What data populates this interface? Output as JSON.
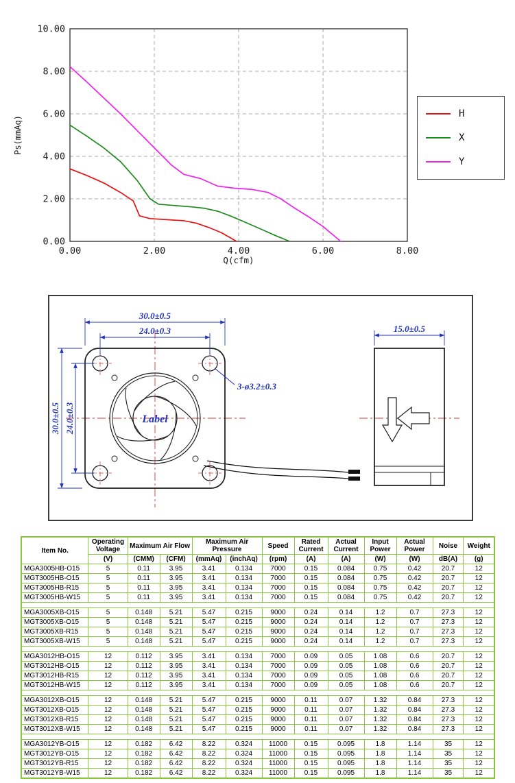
{
  "chart_data": {
    "type": "line",
    "title": "",
    "xlabel": "Q(cfm)",
    "ylabel": "Ps(mmAq)",
    "xlim": [
      0,
      8
    ],
    "ylim": [
      0,
      10
    ],
    "grid": true,
    "legend_position": "right-outside",
    "x_ticks": [
      0,
      2,
      4,
      6,
      8
    ],
    "x_tick_labels": [
      "0.00",
      "2.00",
      "4.00",
      "6.00",
      "8.00"
    ],
    "y_ticks": [
      0,
      2,
      4,
      6,
      8,
      10
    ],
    "y_tick_labels": [
      "0.00",
      "2.00",
      "4.00",
      "6.00",
      "8.00",
      "10.00"
    ],
    "series": [
      {
        "name": "H",
        "color": "#e81010",
        "points": [
          [
            0,
            3.41
          ],
          [
            0.4,
            3.1
          ],
          [
            0.8,
            2.75
          ],
          [
            1.2,
            2.3
          ],
          [
            1.5,
            1.9
          ],
          [
            1.65,
            1.2
          ],
          [
            1.9,
            1.07
          ],
          [
            2.3,
            1.02
          ],
          [
            2.7,
            0.97
          ],
          [
            3.0,
            0.85
          ],
          [
            3.3,
            0.65
          ],
          [
            3.6,
            0.4
          ],
          [
            3.95,
            0
          ]
        ]
      },
      {
        "name": "X",
        "color": "#1e8a1e",
        "points": [
          [
            0,
            5.47
          ],
          [
            0.4,
            4.95
          ],
          [
            0.8,
            4.4
          ],
          [
            1.2,
            3.75
          ],
          [
            1.6,
            2.85
          ],
          [
            1.9,
            2.0
          ],
          [
            2.1,
            1.75
          ],
          [
            2.5,
            1.68
          ],
          [
            2.9,
            1.62
          ],
          [
            3.2,
            1.55
          ],
          [
            3.5,
            1.42
          ],
          [
            3.8,
            1.2
          ],
          [
            4.1,
            0.95
          ],
          [
            4.5,
            0.6
          ],
          [
            4.9,
            0.25
          ],
          [
            5.21,
            0
          ]
        ]
      },
      {
        "name": "Y",
        "color": "#ee22ee",
        "points": [
          [
            0,
            8.22
          ],
          [
            0.4,
            7.5
          ],
          [
            0.8,
            6.75
          ],
          [
            1.2,
            6.0
          ],
          [
            1.6,
            5.2
          ],
          [
            2.0,
            4.4
          ],
          [
            2.4,
            3.6
          ],
          [
            2.7,
            3.15
          ],
          [
            3.1,
            2.95
          ],
          [
            3.5,
            2.6
          ],
          [
            3.9,
            2.5
          ],
          [
            4.3,
            2.45
          ],
          [
            4.7,
            2.3
          ],
          [
            5.0,
            2.0
          ],
          [
            5.3,
            1.6
          ],
          [
            5.7,
            1.1
          ],
          [
            6.0,
            0.7
          ],
          [
            6.42,
            0
          ]
        ]
      }
    ]
  },
  "diagram": {
    "dim_width_outer": "30.0±0.5",
    "dim_width_inner": "24.0±0.3",
    "dim_height_outer": "30.0±0.5",
    "dim_height_inner": "24.0±0.3",
    "dim_depth": "15.0±0.5",
    "holes_note": "3-ø3.2±0.3",
    "center_label": "Label"
  },
  "table": {
    "header": {
      "item_no": "Item No.",
      "operating_voltage": "Operating Voltage",
      "max_air_flow": "Maximum Air Flow",
      "max_air_pressure": "Maximum Air Pressure",
      "speed": "Speed",
      "rated_current": "Rated Current",
      "actual_current": "Actual Current",
      "input_power": "Input Power",
      "actual_power": "Actual Power",
      "noise": "Noise",
      "weight": "Weight",
      "units": [
        "(V)",
        "(CMM)",
        "(CFM)",
        "(mmAq)",
        "(inchAq)",
        "(rpm)",
        "(A)",
        "(A)",
        "(W)",
        "(W)",
        "dB(A)",
        "(g)"
      ]
    },
    "groups": [
      {
        "rows": [
          [
            "MGA3005HB-O15",
            "5",
            "0.11",
            "3.95",
            "3.41",
            "0.134",
            "7000",
            "0.15",
            "0.084",
            "0.75",
            "0.42",
            "20.7",
            "12"
          ],
          [
            "MGT3005HB-O15",
            "5",
            "0.11",
            "3.95",
            "3.41",
            "0.134",
            "7000",
            "0.15",
            "0.084",
            "0.75",
            "0.42",
            "20.7",
            "12"
          ],
          [
            "MGT3005HB-R15",
            "5",
            "0.11",
            "3.95",
            "3.41",
            "0.134",
            "7000",
            "0.15",
            "0.084",
            "0.75",
            "0.42",
            "20.7",
            "12"
          ],
          [
            "MGT3005HB-W15",
            "5",
            "0.11",
            "3.95",
            "3.41",
            "0.134",
            "7000",
            "0.15",
            "0.084",
            "0.75",
            "0.42",
            "20.7",
            "12"
          ]
        ]
      },
      {
        "rows": [
          [
            "MGA3005XB-O15",
            "5",
            "0.148",
            "5.21",
            "5.47",
            "0.215",
            "9000",
            "0.24",
            "0.14",
            "1.2",
            "0.7",
            "27.3",
            "12"
          ],
          [
            "MGT3005XB-O15",
            "5",
            "0.148",
            "5.21",
            "5.47",
            "0.215",
            "9000",
            "0.24",
            "0.14",
            "1.2",
            "0.7",
            "27.3",
            "12"
          ],
          [
            "MGT3005XB-R15",
            "5",
            "0.148",
            "5.21",
            "5.47",
            "0.215",
            "9000",
            "0.24",
            "0.14",
            "1.2",
            "0.7",
            "27.3",
            "12"
          ],
          [
            "MGT3005XB-W15",
            "5",
            "0.148",
            "5.21",
            "5.47",
            "0.215",
            "9000",
            "0.24",
            "0.14",
            "1.2",
            "0.7",
            "27.3",
            "12"
          ]
        ]
      },
      {
        "rows": [
          [
            "MGA3012HB-O15",
            "12",
            "0.112",
            "3.95",
            "3.41",
            "0.134",
            "7000",
            "0.09",
            "0.05",
            "1.08",
            "0.6",
            "20.7",
            "12"
          ],
          [
            "MGT3012HB-O15",
            "12",
            "0.112",
            "3.95",
            "3.41",
            "0.134",
            "7000",
            "0.09",
            "0.05",
            "1.08",
            "0.6",
            "20.7",
            "12"
          ],
          [
            "MGT3012HB-R15",
            "12",
            "0.112",
            "3.95",
            "3.41",
            "0.134",
            "7000",
            "0.09",
            "0.05",
            "1.08",
            "0.6",
            "20.7",
            "12"
          ],
          [
            "MGT3012HB-W15",
            "12",
            "0.112",
            "3.95",
            "3.41",
            "0.134",
            "7000",
            "0.09",
            "0.05",
            "1.08",
            "0.6",
            "20.7",
            "12"
          ]
        ]
      },
      {
        "rows": [
          [
            "MGA3012XB-O15",
            "12",
            "0.148",
            "5.21",
            "5.47",
            "0.215",
            "9000",
            "0.11",
            "0.07",
            "1.32",
            "0.84",
            "27.3",
            "12"
          ],
          [
            "MGT3012XB-O15",
            "12",
            "0.148",
            "5.21",
            "5.47",
            "0.215",
            "9000",
            "0.11",
            "0.07",
            "1.32",
            "0.84",
            "27.3",
            "12"
          ],
          [
            "MGT3012XB-R15",
            "12",
            "0.148",
            "5.21",
            "5.47",
            "0.215",
            "9000",
            "0.11",
            "0.07",
            "1.32",
            "0.84",
            "27.3",
            "12"
          ],
          [
            "MGT3012XB-W15",
            "12",
            "0.148",
            "5.21",
            "5.47",
            "0.215",
            "9000",
            "0.11",
            "0.07",
            "1.32",
            "0.84",
            "27.3",
            "12"
          ]
        ]
      },
      {
        "rows": [
          [
            "MGA3012YB-O15",
            "12",
            "0.182",
            "6.42",
            "8.22",
            "0.324",
            "11000",
            "0.15",
            "0.095",
            "1.8",
            "1.14",
            "35",
            "12"
          ],
          [
            "MGT3012YB-O15",
            "12",
            "0.182",
            "6.42",
            "8.22",
            "0.324",
            "11000",
            "0.15",
            "0.095",
            "1.8",
            "1.14",
            "35",
            "12"
          ],
          [
            "MGT3012YB-R15",
            "12",
            "0.182",
            "6.42",
            "8.22",
            "0.324",
            "11000",
            "0.15",
            "0.095",
            "1.8",
            "1.14",
            "35",
            "12"
          ],
          [
            "MGT3012YB-W15",
            "12",
            "0.182",
            "6.42",
            "8.22",
            "0.324",
            "11000",
            "0.15",
            "0.095",
            "1.8",
            "1.14",
            "35",
            "12"
          ]
        ]
      }
    ]
  }
}
